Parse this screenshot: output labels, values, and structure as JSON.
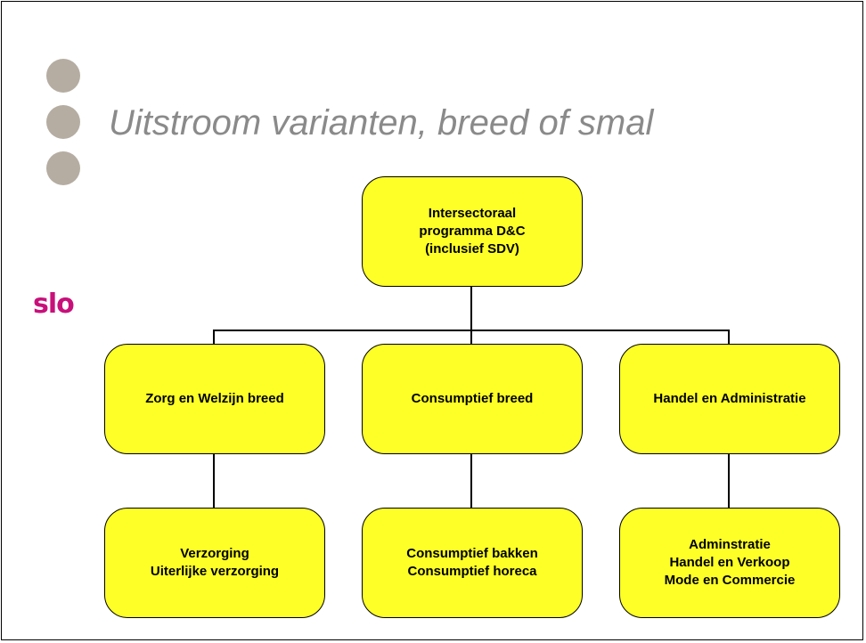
{
  "title": "Uitstroom varianten, breed of smal",
  "logo": "slo",
  "colors": {
    "node_fill": "#ffff28",
    "bullet": "#b5ada2",
    "logo": "#c8107a",
    "title": "#8a8a8a"
  },
  "diagram": {
    "root": {
      "lines": [
        "Intersectoraal",
        "programma D&C",
        "(inclusief SDV)"
      ]
    },
    "level2": [
      {
        "lines": [
          "Zorg en Welzijn breed"
        ]
      },
      {
        "lines": [
          "Consumptief breed"
        ]
      },
      {
        "lines": [
          "Handel en Administratie"
        ]
      }
    ],
    "level3": [
      {
        "lines": [
          "Verzorging",
          "Uiterlijke verzorging"
        ]
      },
      {
        "lines": [
          "Consumptief bakken",
          "Consumptief horeca"
        ]
      },
      {
        "lines": [
          "Adminstratie",
          "Handel en Verkoop",
          "Mode en Commercie"
        ]
      }
    ]
  }
}
